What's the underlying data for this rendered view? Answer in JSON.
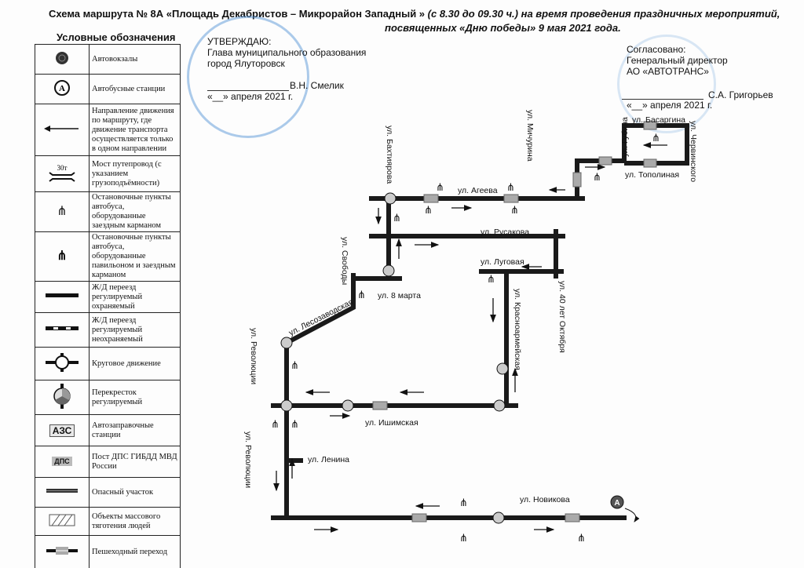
{
  "header": {
    "title_main": "Схема маршрута № 8А «Площадь Декабристов – Микрорайон Западный »",
    "title_time": " (с 8.30 до 09.30 ч.) на время проведения праздничных мероприятий,",
    "title_line2": "посвященных «Дню победы» 9 мая 2021 года."
  },
  "approval": {
    "heading": "УТВЕРЖДАЮ:",
    "line1": "Глава муниципального образования",
    "line2": "город Ялуторовск",
    "signer": "В.Н. Смелик",
    "date": "«__» апреля 2021 г."
  },
  "agreement": {
    "heading": "Согласовано:",
    "line1": "Генеральный директор",
    "line2": "АО «АВТОТРАНС»",
    "signer": "С.А. Григорьев",
    "date": "«__» апреля 2021 г."
  },
  "legend": {
    "title": "Условные обозначения",
    "items": [
      {
        "icon": "bus-terminal-icon",
        "label": "Автовокзалы"
      },
      {
        "icon": "bus-station-icon",
        "symbol": "А",
        "label": "Автобусные станции"
      },
      {
        "icon": "direction-arrow-icon",
        "label": "Направление движения по маршруту, где движение транспорта осуществляется только в одном направлении"
      },
      {
        "icon": "bridge-icon",
        "symbol": "30т",
        "label": "Мост путепровод (с указанием грузоподъёмности)"
      },
      {
        "icon": "bus-stop-pocket-icon",
        "label": "Остановочные пункты автобуса, оборудованные заездным карманом"
      },
      {
        "icon": "bus-stop-pavilion-icon",
        "label": "Остановочные пункты автобуса, оборудованные павильоном и заездным карманом"
      },
      {
        "icon": "railway-guarded-icon",
        "label": "Ж/Д переезд регулируемый охраняемый"
      },
      {
        "icon": "railway-unguarded-icon",
        "label": "Ж/Д переезд регулируемый неохраняемый"
      },
      {
        "icon": "roundabout-icon",
        "label": "Круговое движение"
      },
      {
        "icon": "regulated-crossroad-icon",
        "label": "Перекресток регулируемый"
      },
      {
        "icon": "gas-station-icon",
        "symbol": "АЗС",
        "label": "Автозаправочные станции"
      },
      {
        "icon": "police-post-icon",
        "symbol": "ДПС",
        "label": "Пост ДПС ГИБДД МВД России"
      },
      {
        "icon": "dangerous-section-icon",
        "label": "Опасный участок"
      },
      {
        "icon": "mass-gathering-icon",
        "label": "Объекты массового тяготения людей"
      },
      {
        "icon": "pedestrian-crossing-icon",
        "label": "Пешеходный переход"
      }
    ]
  },
  "map": {
    "streets": {
      "basargina": "ул. Басаргина",
      "gubina": "ул. Губина",
      "chervinskogo": "ул. Червинского",
      "michurina": "ул. Мичурина",
      "topolinaya": "ул. Тополиная",
      "ageeva": "ул. Агеева",
      "bakhtiyarova": "ул. Бахтиярова",
      "rusakova": "ул. Русакова",
      "lugovaya": "ул. Луговая",
      "svobody": "ул. Свободы",
      "marta8": "ул. 8 марта",
      "oktyabrya40": "ул. 40 лет Октября",
      "krasnoarmeyskaya": "ул. Красноармейская",
      "lesozavodskaya": "ул. Лесозаводская",
      "revolyutsii1": "ул. Революции",
      "revolyutsii2": "ул. Революции",
      "ishimskaya": "ул. Ишимская",
      "lenina": "ул. Ленина",
      "novikova": "ул. Новикова"
    },
    "station_symbol": "А",
    "stop_glyph": "⋔"
  }
}
